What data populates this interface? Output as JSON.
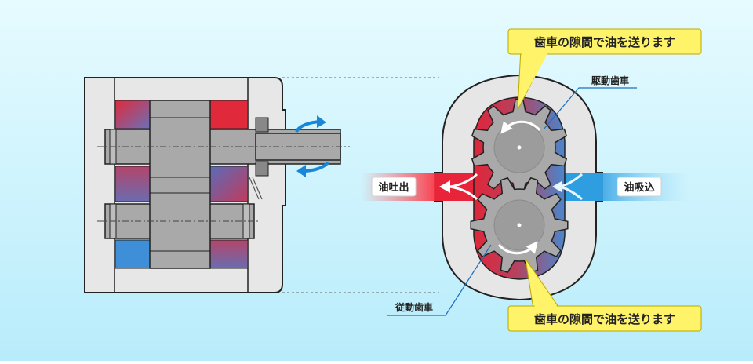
{
  "callouts": {
    "top": "歯車の隙間で油を送ります",
    "bottom": "歯車の隙間で油を送ります"
  },
  "labels": {
    "drive_gear": "駆動歯車",
    "driven_gear": "従動歯車",
    "outlet": "油吐出",
    "inlet": "油吸込"
  },
  "colors": {
    "background_top": "#e6fbff",
    "background_bottom": "#b8ecfb",
    "discharge_red": "#e8243a",
    "suction_blue": "#2f9ee0",
    "callout_yellow": "#fff36a",
    "gear_gray": "#a9a9a9",
    "casing_gray": "#e6e6e6",
    "rotation_arrow_blue": "#1a86d8"
  }
}
